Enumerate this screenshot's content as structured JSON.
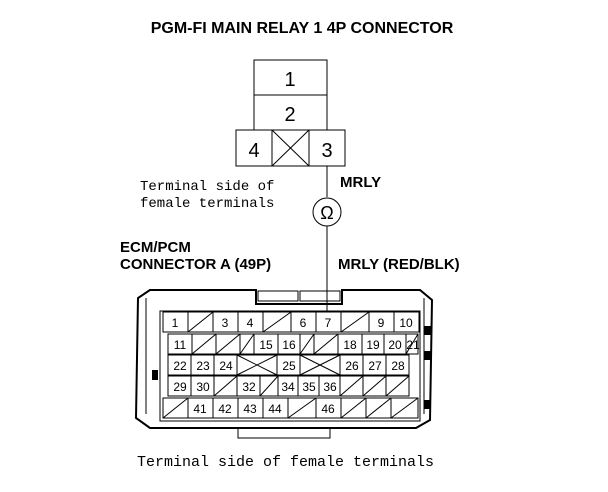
{
  "title": "PGM-FI MAIN RELAY 1 4P CONNECTOR",
  "relay_connector": {
    "pins": [
      "1",
      "2",
      "4",
      "3"
    ],
    "side_label_line1": "Terminal side of",
    "side_label_line2": "female terminals"
  },
  "mrly_label": "MRLY",
  "meter_symbol": "Ω",
  "ecm": {
    "title_line1": "ECM/PCM",
    "title_line2": "CONNECTOR A (49P)",
    "wire_label": "MRLY (RED/BLK)",
    "row1": [
      "1",
      "",
      "3",
      "4",
      "",
      "6",
      "7",
      "",
      "9",
      "10"
    ],
    "row2": [
      "11",
      "",
      "",
      "",
      "15",
      "16",
      "",
      "18",
      "19",
      "20",
      "21"
    ],
    "row3": [
      "22",
      "23",
      "24",
      "",
      "25",
      "",
      "26",
      "27",
      "28"
    ],
    "row4": [
      "29",
      "30",
      "",
      "32",
      "",
      "34",
      "35",
      "36",
      "",
      "",
      ""
    ],
    "row5": [
      "",
      "41",
      "42",
      "43",
      "44",
      "",
      "46",
      "",
      "",
      ""
    ],
    "footer": "Terminal side of female terminals"
  }
}
